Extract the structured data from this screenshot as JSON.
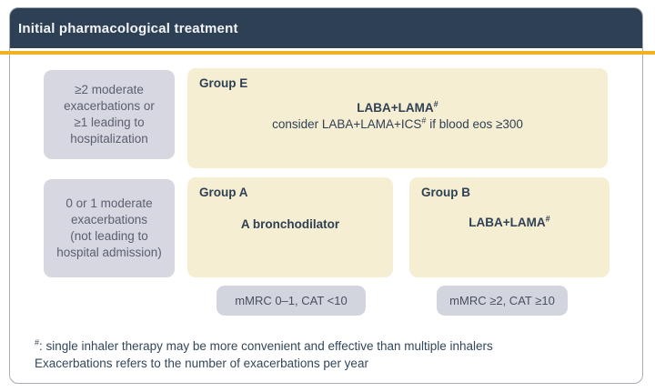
{
  "header": {
    "title": "Initial pharmacological treatment"
  },
  "colors": {
    "header_navy": "#2e4154",
    "gold_accent": "#efb322",
    "treatment_box_cream": "#f6eed3",
    "criteria_box_gray": "#d6d7e0",
    "text_navy": "#2e4154"
  },
  "exacerbation_criteria": {
    "high": "≥2 moderate\nexacerbations or\n≥1 leading to\nhospitalization",
    "low": "0 or 1 moderate\nexacerbations\n(not leading to\nhospital admission)"
  },
  "groups": {
    "e": {
      "label": "Group E",
      "main": "LABA+LAMA",
      "main_sup": "#",
      "sub_pre": "consider LABA+LAMA+ICS",
      "sub_sup": "#",
      "sub_post": " if blood eos ≥300"
    },
    "a": {
      "label": "Group A",
      "main": "A bronchodilator"
    },
    "b": {
      "label": "Group B",
      "main": "LABA+LAMA",
      "main_sup": "#"
    }
  },
  "symptom_badges": {
    "left": "mMRC 0–1, CAT <10",
    "right": "mMRC ≥2, CAT ≥10"
  },
  "footnotes": {
    "line1_sup": "#",
    "line1_text": ": single inhaler therapy may be more convenient and effective than multiple inhalers",
    "line2_text": "Exacerbations refers to the number of exacerbations per year"
  }
}
